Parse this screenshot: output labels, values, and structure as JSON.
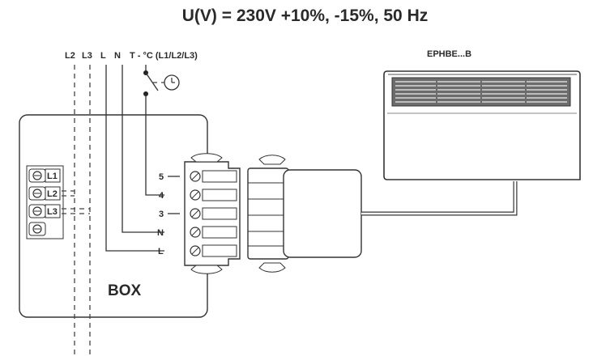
{
  "title": "U(V) = 230V +10%, -15%, 50 Hz",
  "supply_labels": {
    "l2": "L2",
    "l3": "L3",
    "l": "L",
    "n": "N",
    "t": "T - °C (L1/L2/L3)"
  },
  "heater_model": "EPHBE...B",
  "box_label": "BOX",
  "box_terminals": [
    "L1",
    "L2",
    "L3"
  ],
  "connector_terminals": [
    "5",
    "4",
    "3",
    "N",
    "L"
  ]
}
